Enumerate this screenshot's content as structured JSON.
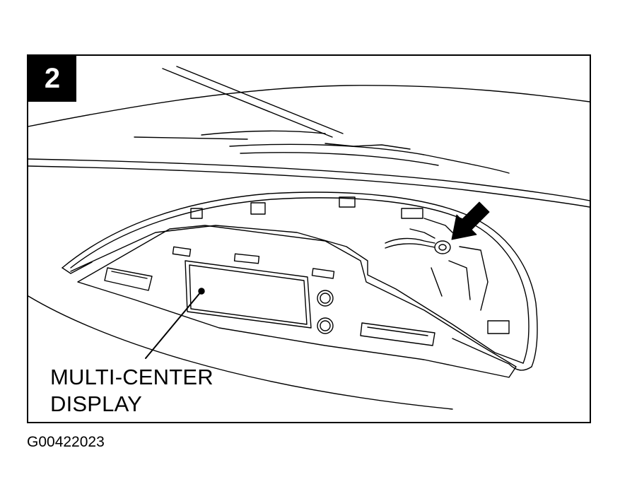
{
  "step_number": "2",
  "callout": {
    "line1": "MULTI-CENTER",
    "line2": "DISPLAY"
  },
  "figure_id": "G00422023",
  "icons": {
    "pointer": "arrow-pointer-icon",
    "connector": "harness-connector-icon"
  }
}
